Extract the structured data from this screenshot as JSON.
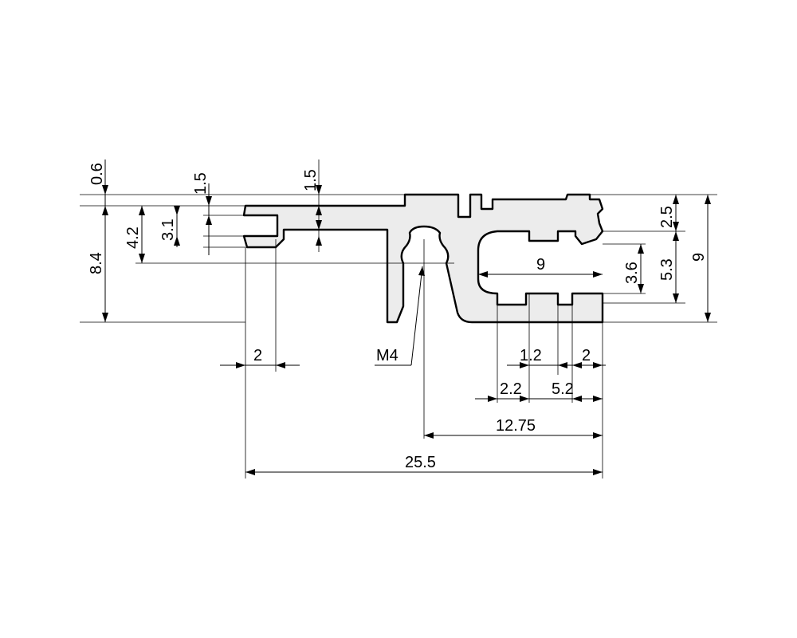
{
  "dimensions": {
    "top_step": "0.6",
    "left_slot_lip": "1.5",
    "center_lip": "1.5",
    "left_slot_width": "3.1",
    "left_slot_center": "4.2",
    "overall_left_height": "8.4",
    "right_groove_depth": "2.5",
    "right_slot_height": "3.6",
    "right_slot_center": "5.3",
    "overall_right_height": "9",
    "inner_slot_length": "9",
    "left_lip_width": "2",
    "rib_width": "1.2",
    "end_width": "2",
    "pitch_a": "2.2",
    "pitch_b": "5.2",
    "half_width": "12.75",
    "overall_width": "25.5",
    "thread_callout": "M4"
  }
}
